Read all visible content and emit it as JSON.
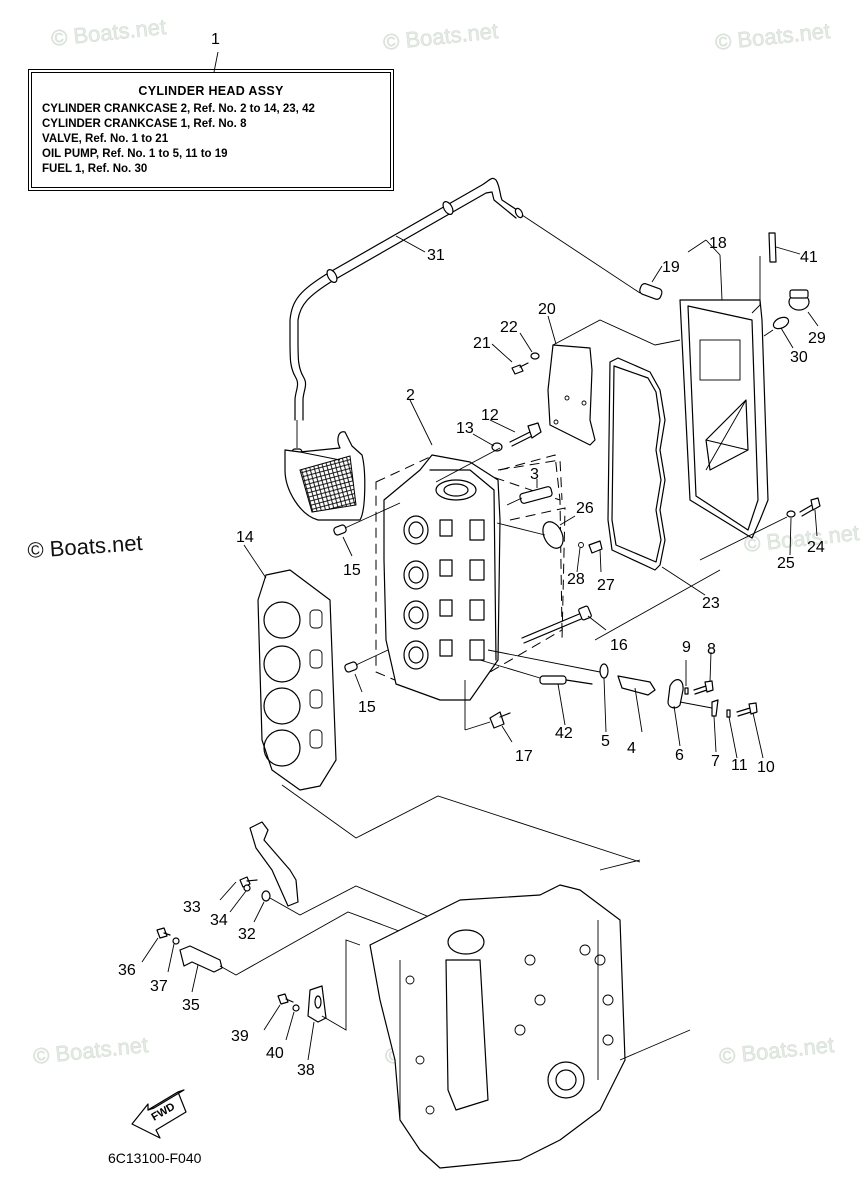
{
  "diagram": {
    "title": "CYLINDER HEAD ASSY",
    "figure_code": "6C13100-F040",
    "watermark": "© Boats.net",
    "direction_label": "FWD",
    "legend": {
      "ref": "1",
      "title": "CYLINDER  HEAD ASSY",
      "rows": [
        "CYLINDER CRANKCASE 2,  Ref. No. 2 to 14, 23, 42",
        "CYLINDER CRANKCASE 1,  Ref. No. 8",
        "VALVE,   Ref. No. 1 to 21",
        "OIL PUMP,  Ref. No. 1 to 5, 11 to 19",
        "FUEL 1,  Ref. No. 30"
      ]
    },
    "callouts": [
      "1",
      "2",
      "3",
      "4",
      "5",
      "6",
      "7",
      "8",
      "9",
      "10",
      "11",
      "12",
      "13",
      "14",
      "15",
      "15",
      "16",
      "17",
      "18",
      "19",
      "20",
      "21",
      "22",
      "23",
      "24",
      "25",
      "26",
      "27",
      "28",
      "29",
      "30",
      "31",
      "32",
      "33",
      "34",
      "35",
      "36",
      "37",
      "38",
      "39",
      "40",
      "41",
      "42"
    ]
  }
}
